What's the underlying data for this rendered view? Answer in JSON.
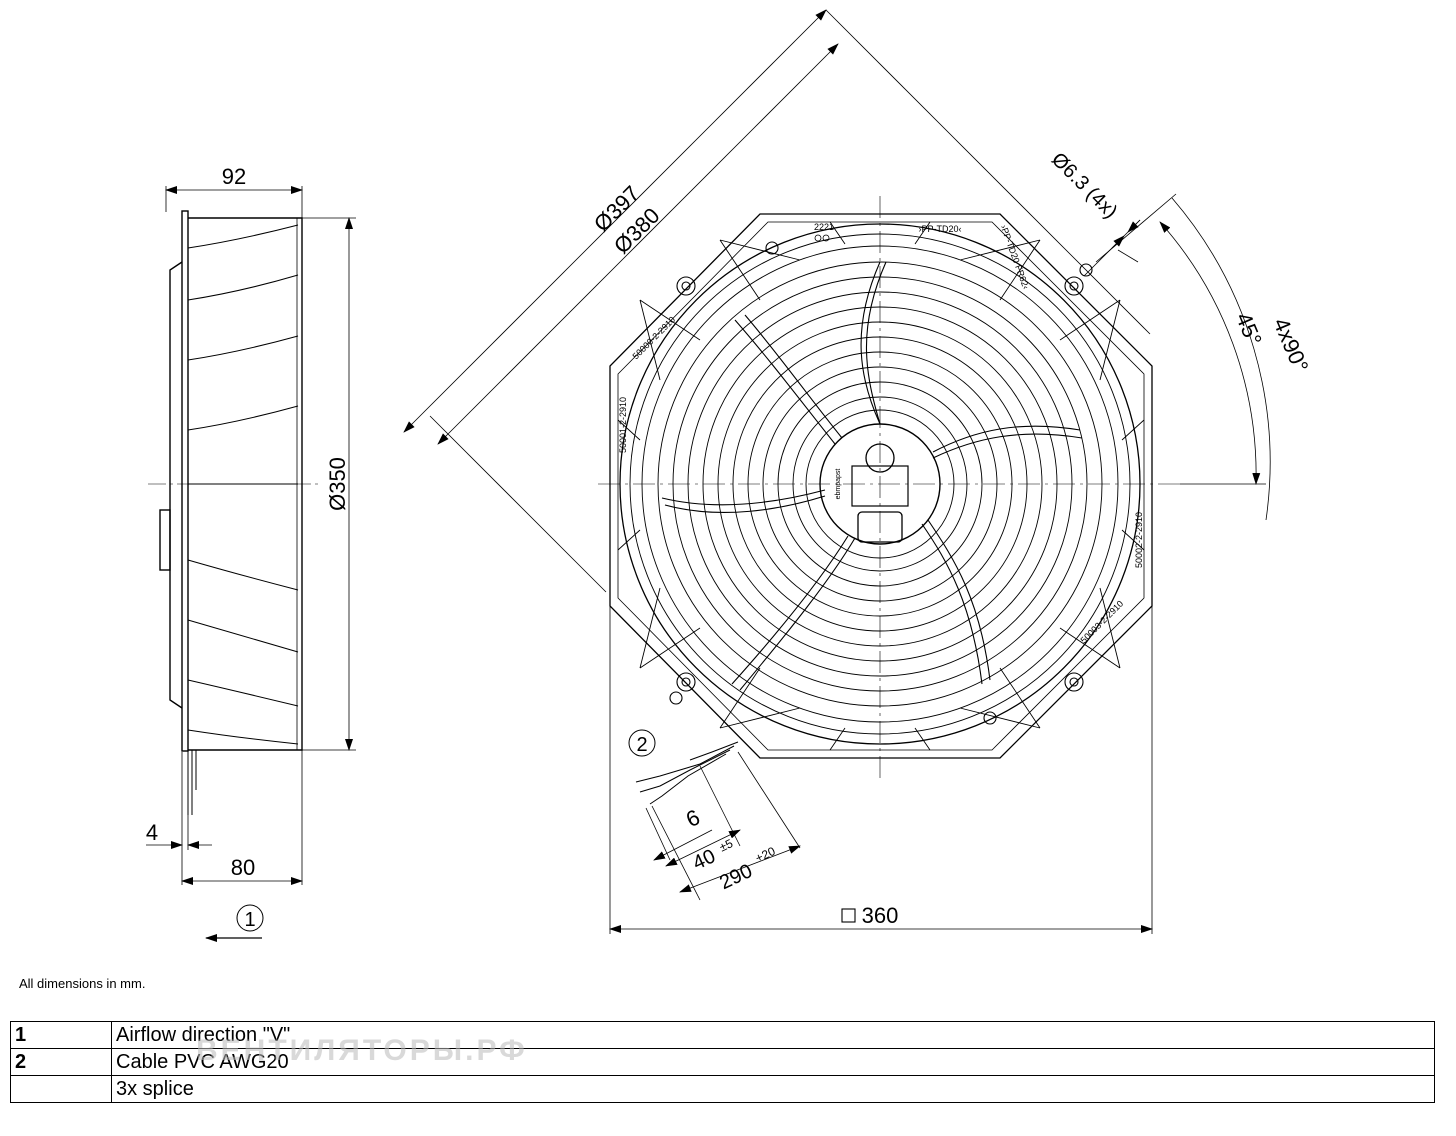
{
  "dimensions": {
    "side_depth": "92",
    "side_diameter": "Ø350",
    "side_flange": "4",
    "side_depth_2": "80",
    "outer_diameter": "Ø397",
    "inner_diameter": "Ø380",
    "hole_spec": "Ø6.3 (4x)",
    "angle_1": "45°",
    "angle_2": "4x90°",
    "square_size": "360",
    "cable_strip": "6",
    "cable_len_40": "40",
    "cable_tol_40": "±5",
    "cable_len_290": "290",
    "cable_tol_290": "+20"
  },
  "markings": {
    "top_code": "2221",
    "top_label": "›PP-TD20‹",
    "right_label": "›PP-TD20 FR62‹",
    "part_1": "50000-2-2910",
    "part_2": "50001-2-2910",
    "part_3": "50002-2-2910",
    "part_3b": "50003-2-2910",
    "motor_label": "ebmpapst"
  },
  "callouts": {
    "c1": "1",
    "c2": "2"
  },
  "note": "All dimensions in mm.",
  "legend": [
    {
      "num": "1",
      "text": "Airflow direction \"V\""
    },
    {
      "num": "2",
      "text": "Cable PVC AWG20"
    },
    {
      "num": "",
      "text": "3x splice"
    }
  ],
  "watermark": "ВЕНТИЛЯТОРЫ.РФ",
  "icons": [
    "arrow-icon",
    "square-symbol-icon",
    "fan-guard-drawing",
    "fan-side-drawing"
  ]
}
